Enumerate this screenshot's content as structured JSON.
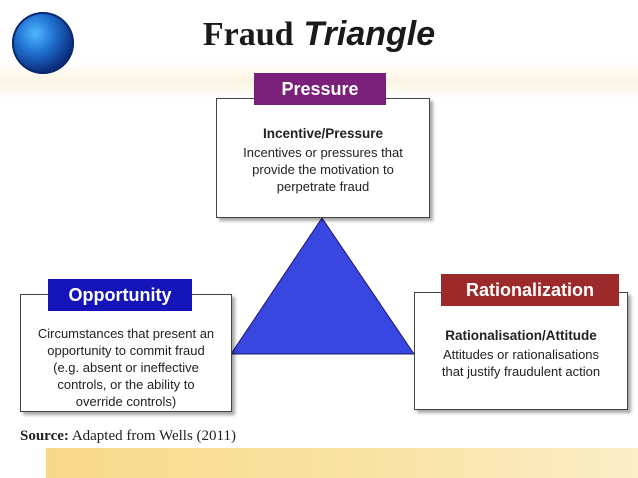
{
  "title": {
    "main": "Fraud",
    "italic": "Triangle"
  },
  "colors": {
    "pressure": "#7a1f7a",
    "opportunity": "#1414b8",
    "rationalization": "#9c2a2a",
    "triangle": "#3a46e0"
  },
  "nodes": {
    "pressure": {
      "label": "Pressure",
      "heading": "Incentive/Pressure",
      "body": "Incentives or pressures that\nprovide the motivation to\nperpetrate fraud"
    },
    "opportunity": {
      "label": "Opportunity",
      "heading": "",
      "body": "Circumstances that present an\nopportunity to commit fraud\n(e.g. absent or ineffective\ncontrols, or the ability to\noverride controls)"
    },
    "rationalization": {
      "label": "Rationalization",
      "heading": "Rationalisation/Attitude",
      "body": "Attitudes or rationalisations\nthat justify fraudulent action"
    }
  },
  "source": {
    "prefix": "Source:",
    "text": " Adapted from Wells (2011)"
  }
}
